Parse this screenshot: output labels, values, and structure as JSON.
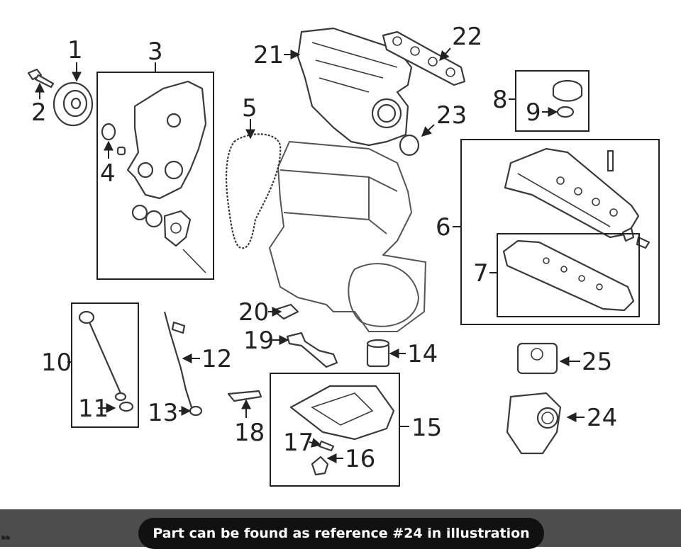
{
  "diagram": {
    "callouts": {
      "c1": "1",
      "c2": "2",
      "c3": "3",
      "c4": "4",
      "c5": "5",
      "c6": "6",
      "c7": "7",
      "c8": "8",
      "c9": "9",
      "c10": "10",
      "c11": "11",
      "c12": "12",
      "c13": "13",
      "c14": "14",
      "c15": "15",
      "c16": "16",
      "c17": "17",
      "c18": "18",
      "c19": "19",
      "c20": "20",
      "c21": "21",
      "c22": "22",
      "c23": "23",
      "c24": "24",
      "c25": "25"
    }
  },
  "footer": {
    "banner_text": "Part can be found as reference #24 in illustration"
  }
}
